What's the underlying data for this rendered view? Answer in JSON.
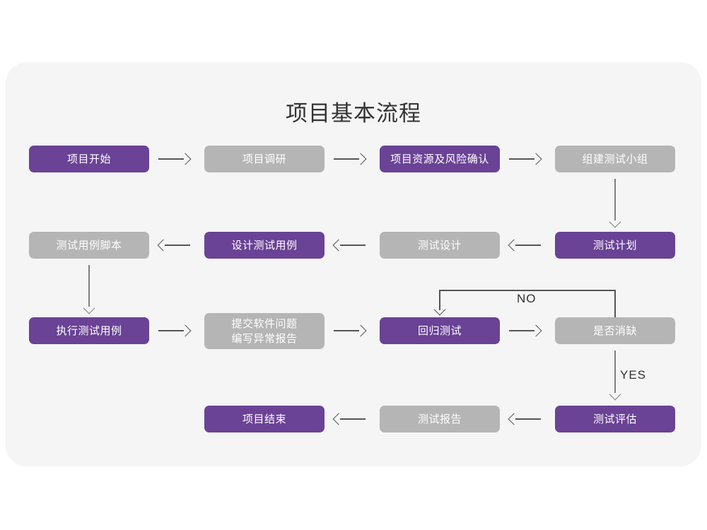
{
  "title": "项目基本流程",
  "colors": {
    "purple": "#6a4296",
    "gray": "#b5b5b5",
    "card_background": "#f5f5f5",
    "page_background": "#ffffff",
    "arrow": "#555555",
    "vertical_arrow": "#808080",
    "title_text": "#333333",
    "node_text": "#ffffff"
  },
  "nodes": [
    {
      "id": "project-start",
      "label": "项目开始",
      "style": "purple"
    },
    {
      "id": "project-research",
      "label": "项目调研",
      "style": "gray"
    },
    {
      "id": "resource-risk-confirm",
      "label": "项目资源及风险确认",
      "style": "purple"
    },
    {
      "id": "form-test-team",
      "label": "组建测试小组",
      "style": "gray"
    },
    {
      "id": "test-plan",
      "label": "测试计划",
      "style": "purple"
    },
    {
      "id": "test-design",
      "label": "测试设计",
      "style": "gray"
    },
    {
      "id": "design-test-case",
      "label": "设计测试用例",
      "style": "purple"
    },
    {
      "id": "test-case-script",
      "label": "测试用例脚本",
      "style": "gray"
    },
    {
      "id": "execute-test-case",
      "label": "执行测试用例",
      "style": "purple"
    },
    {
      "id": "submit-defect-report",
      "label": "提交软件问题\n编写异常报告",
      "style": "gray"
    },
    {
      "id": "regression-test",
      "label": "回归测试",
      "style": "purple"
    },
    {
      "id": "defect-cleared",
      "label": "是否消缺",
      "style": "gray"
    },
    {
      "id": "test-evaluation",
      "label": "测试评估",
      "style": "purple"
    },
    {
      "id": "test-report",
      "label": "测试报告",
      "style": "gray"
    },
    {
      "id": "project-end",
      "label": "项目结束",
      "style": "purple"
    }
  ],
  "edge_labels": {
    "no": "NO",
    "yes": "YES"
  }
}
